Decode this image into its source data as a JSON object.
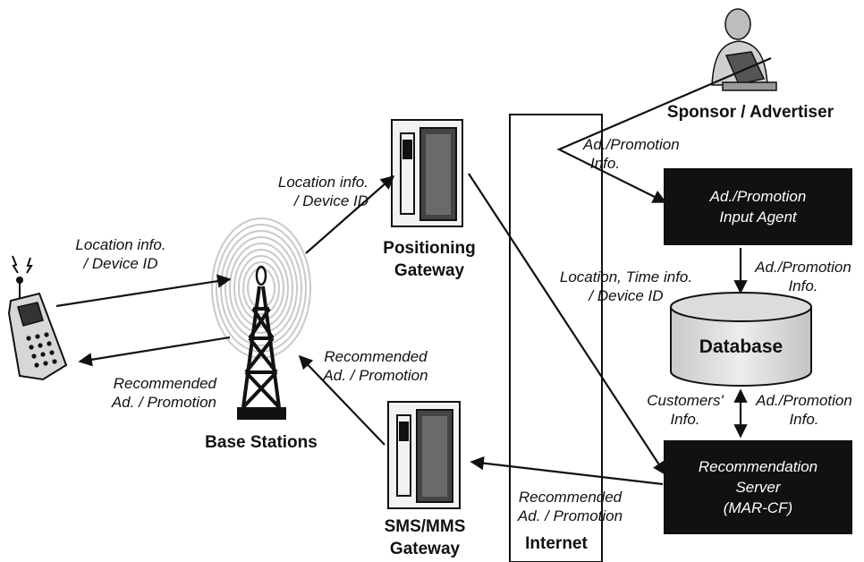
{
  "actors": {
    "sponsor": "Sponsor / Advertiser"
  },
  "nodes": {
    "base_stations": "Base Stations",
    "positioning_gateway": [
      "Positioning",
      "Gateway"
    ],
    "sms_gateway": [
      "SMS/MMS",
      "Gateway"
    ],
    "internet": "Internet",
    "input_agent": [
      "Ad./Promotion",
      "Input Agent"
    ],
    "database": "Database",
    "recommendation_server": [
      "Recommendation",
      "Server",
      "(MAR-CF)"
    ]
  },
  "edge_labels": {
    "phone_to_base": [
      "Location info.",
      "/ Device ID"
    ],
    "base_to_phone": [
      "Recommended",
      "Ad. / Promotion"
    ],
    "base_to_positioning": [
      "Location info.",
      "/ Device ID"
    ],
    "sms_to_base": [
      "Recommended",
      "Ad. / Promotion"
    ],
    "positioning_to_server": [
      "Location, Time info.",
      "/ Device ID"
    ],
    "sponsor_to_agent": [
      "Ad./Promotion",
      "Info."
    ],
    "agent_to_db": [
      "Ad./Promotion",
      "Info."
    ],
    "db_to_server_left": [
      "Customers'",
      "Info."
    ],
    "db_to_server_right": [
      "Ad./Promotion",
      "Info."
    ],
    "server_to_sms": [
      "Recommended",
      "Ad. / Promotion"
    ]
  }
}
